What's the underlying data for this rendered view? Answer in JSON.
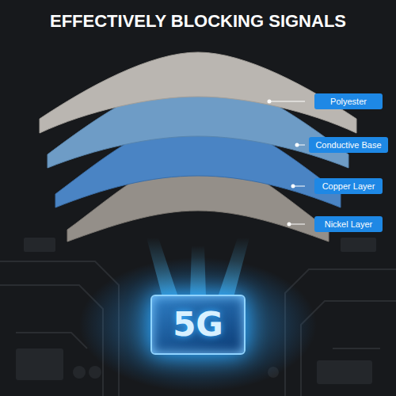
{
  "diagram": {
    "title": "EFFECTIVELY BLOCKING SIGNALS",
    "nodes": [
      {
        "text": [
          "Polyester"
        ]
      },
      {
        "text": [
          "Conductive Base"
        ]
      },
      {
        "text": [
          "Copper Layer"
        ]
      },
      {
        "text": [
          "Nickel Layer"
        ]
      },
      {
        "text": [
          "5G"
        ]
      }
    ]
  }
}
